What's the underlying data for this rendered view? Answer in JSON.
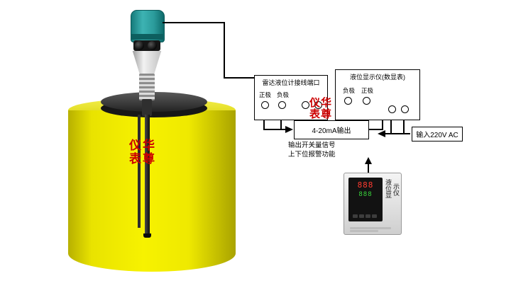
{
  "colors": {
    "tank_yellow": "#ece600",
    "cap_teal": "#2a9a9a",
    "watermark_red": "#cc0000",
    "line_black": "#000000"
  },
  "watermark": {
    "row1": "仪华",
    "row2": "表尊"
  },
  "wiring": {
    "port_box": {
      "title": "雷达液位计接线端口",
      "terminal_labels": [
        "正极",
        "负极"
      ]
    },
    "display_box": {
      "title": "液位显示仪(数显表)",
      "terminal_labels": [
        "负极",
        "正极"
      ]
    },
    "output_label": "4-20mA输出",
    "switch_note": [
      "输出开关量信号",
      "上下位报警功能"
    ],
    "ac_input_label": "输入220V AC"
  },
  "instrument": {
    "display_top": "888",
    "display_bottom": "888",
    "side_label_col1": "液位显",
    "side_label_col2": "示仪"
  }
}
